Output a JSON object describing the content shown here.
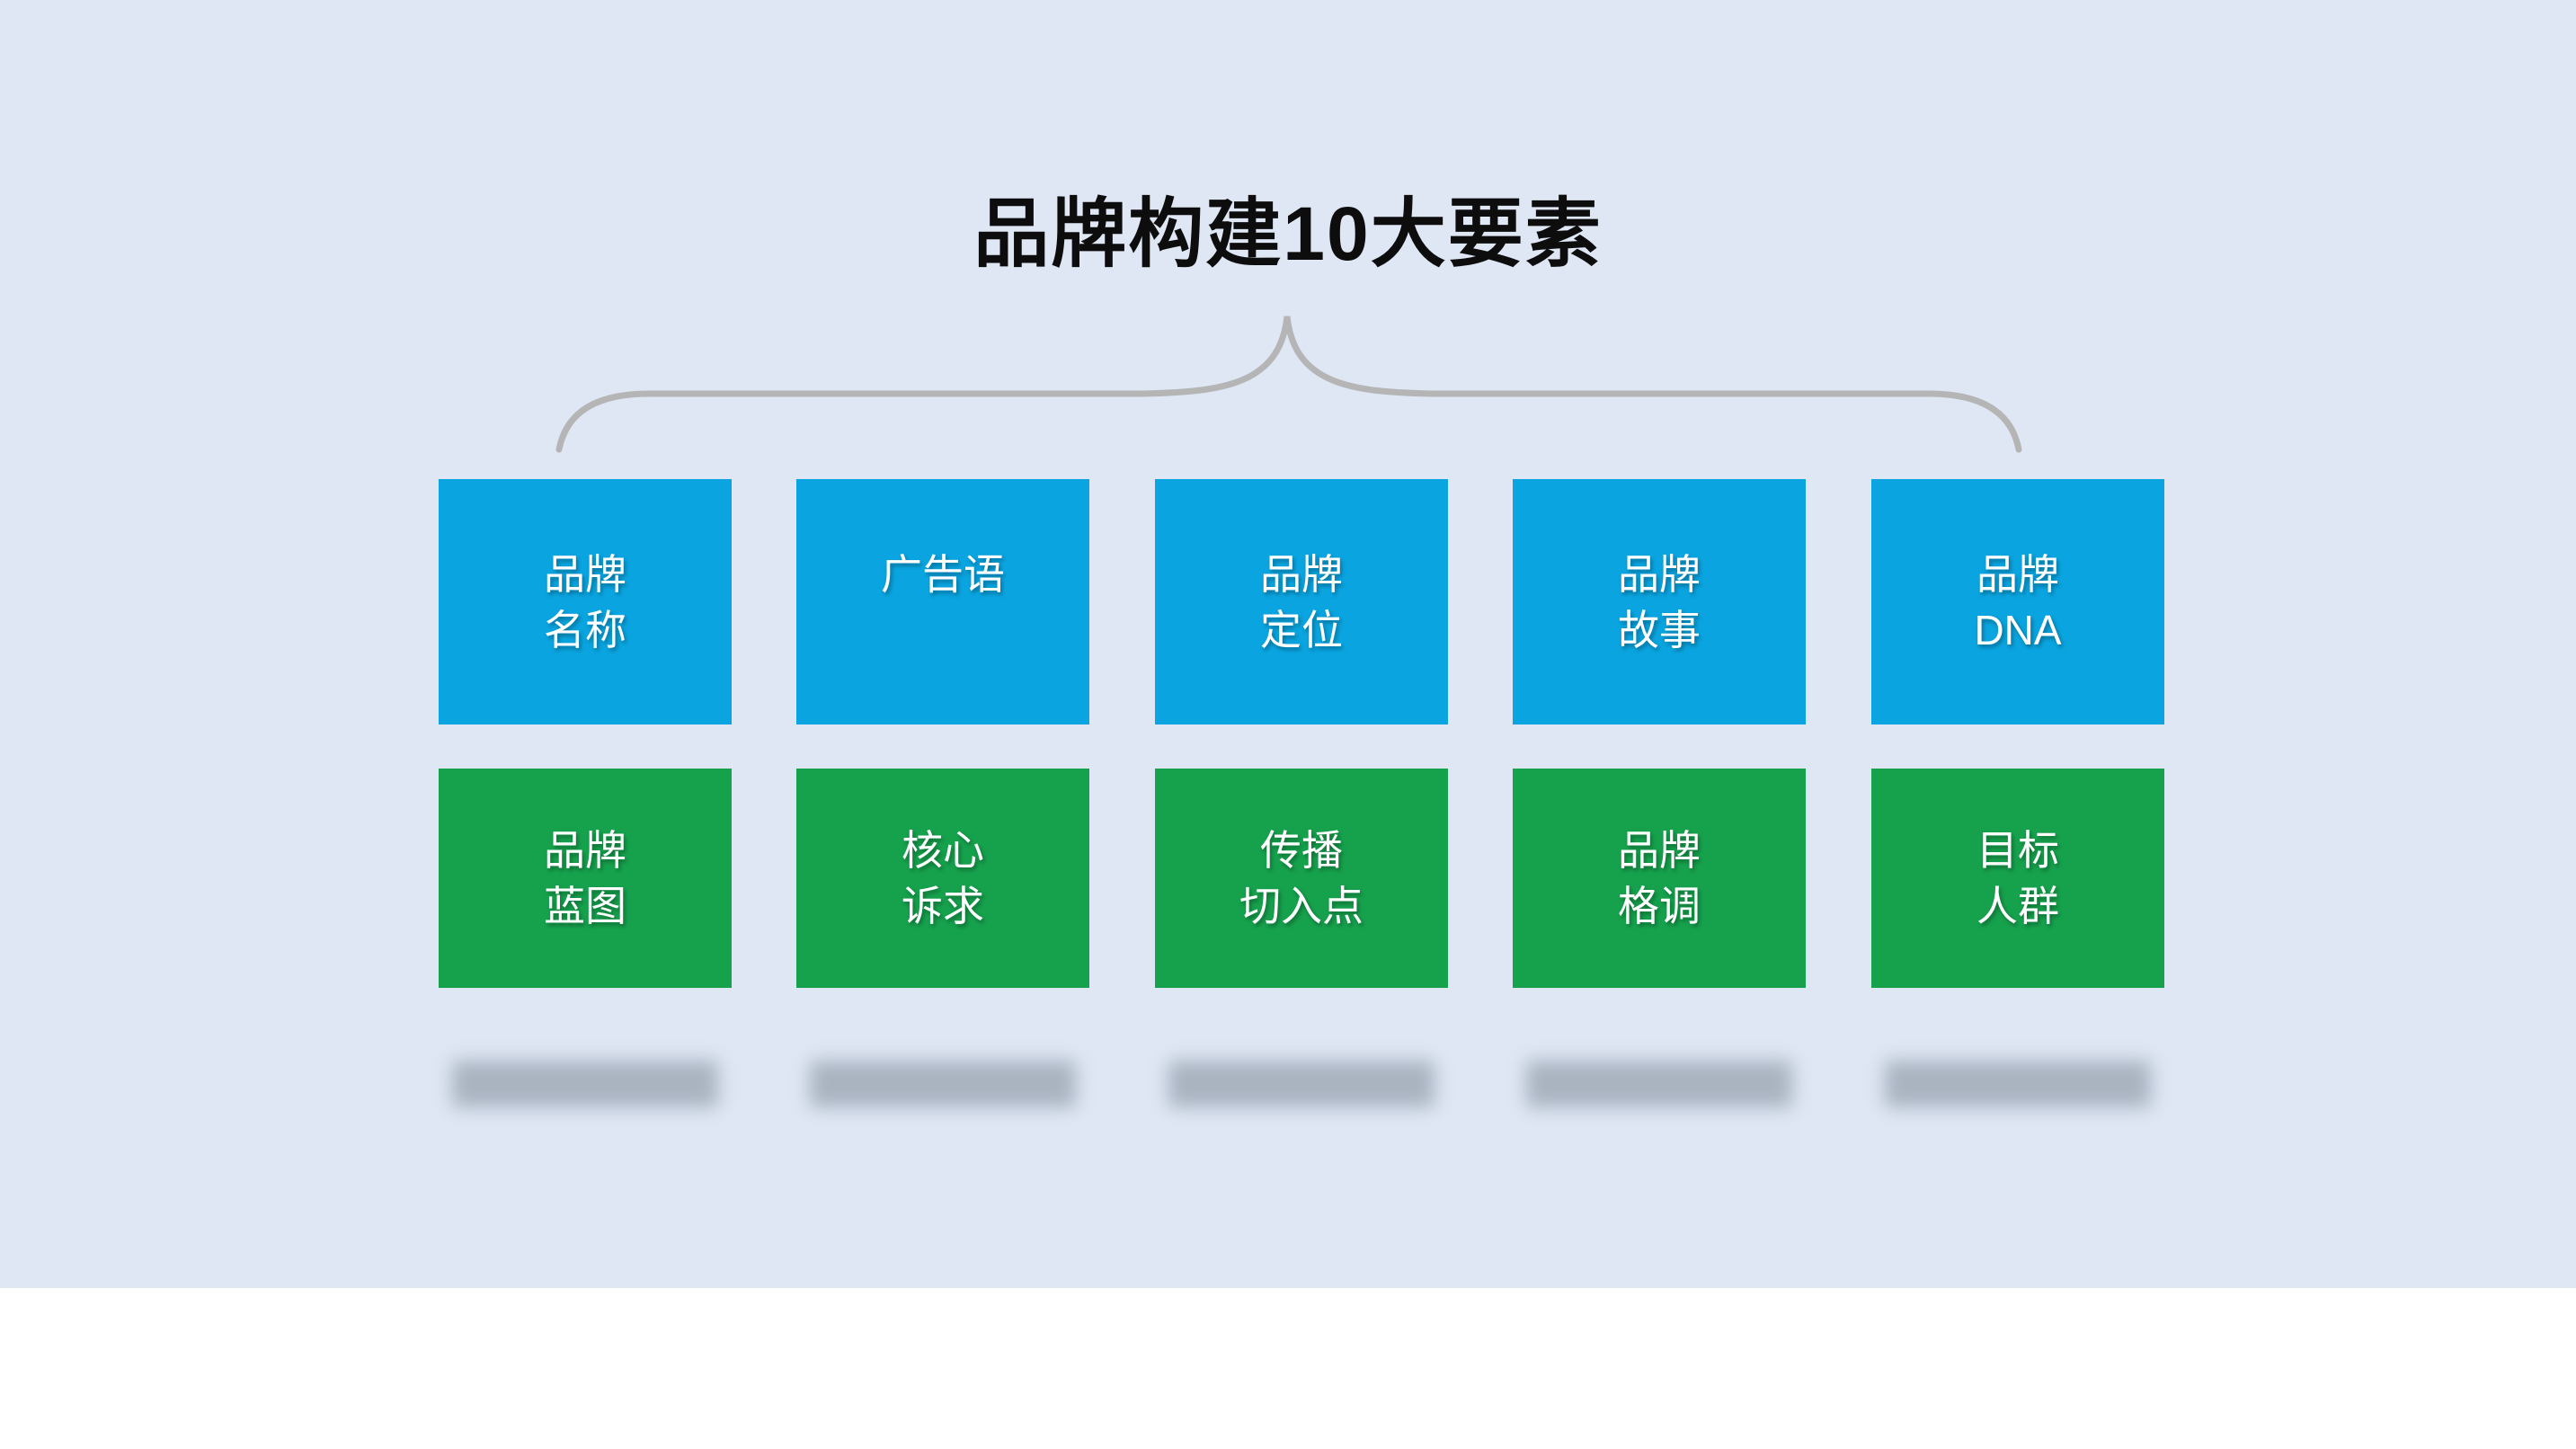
{
  "page": {
    "title": "品牌构建10大要素"
  },
  "colors": {
    "panel_background": "#dfe7f5",
    "lower_background": "#ffffff",
    "top_box_fill": "#0aa5e1",
    "bottom_box_fill": "#16a24d",
    "box_text": "#ffffff",
    "title_text": "#0d0d0d",
    "brace_stroke": "#b5b5b5",
    "redacted_bar_fill": "#a9b3c0"
  },
  "columns": [
    {
      "top": {
        "lines": [
          "品牌",
          "名称"
        ]
      },
      "bottom": {
        "lines": [
          "品牌",
          "蓝图"
        ]
      }
    },
    {
      "top": {
        "lines": [
          "广告语",
          ""
        ]
      },
      "bottom": {
        "lines": [
          "核心",
          "诉求"
        ]
      }
    },
    {
      "top": {
        "lines": [
          "品牌",
          "定位"
        ]
      },
      "bottom": {
        "lines": [
          "传播",
          "切入点"
        ]
      }
    },
    {
      "top": {
        "lines": [
          "品牌",
          "故事"
        ]
      },
      "bottom": {
        "lines": [
          "品牌",
          "格调"
        ]
      }
    },
    {
      "top": {
        "lines": [
          "品牌",
          "DNA"
        ]
      },
      "bottom": {
        "lines": [
          "目标",
          "人群"
        ]
      }
    }
  ]
}
